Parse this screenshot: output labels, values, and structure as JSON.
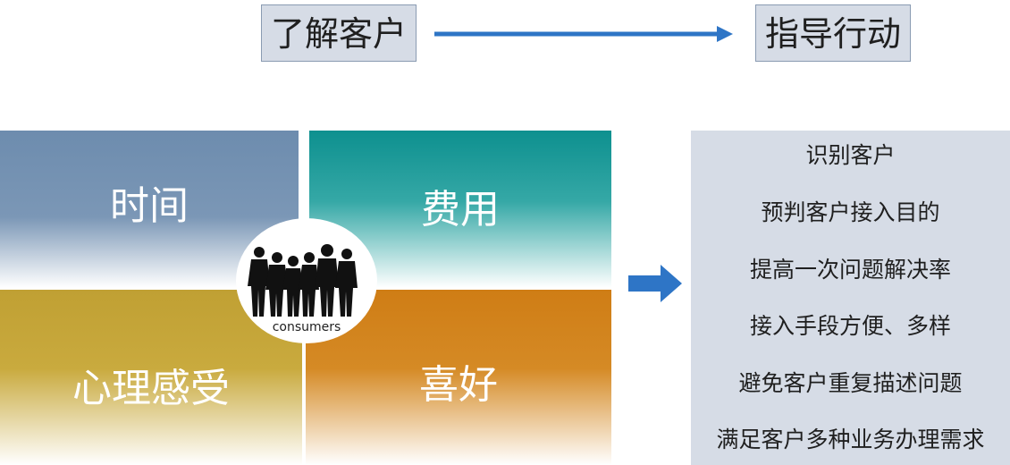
{
  "header": {
    "left_label": "了解客户",
    "right_label": "指导行动"
  },
  "quadrants": {
    "time": "时间",
    "cost": "费用",
    "psych": "心理感受",
    "preference": "喜好"
  },
  "center": {
    "label": "consumers",
    "icon": "people-silhouette-icon"
  },
  "goals": [
    "识别客户",
    "预判客户接入目的",
    "提高一次问题解决率",
    "接入手段方便、多样",
    "避免客户重复描述问题",
    "满足客户多种业务办理需求"
  ],
  "colors": {
    "arrow": "#2e75c6",
    "panel": "#d6dce6",
    "time": "#6d8cae",
    "cost": "#0d908f",
    "psych": "#c0a033",
    "preference": "#cf7d15"
  }
}
